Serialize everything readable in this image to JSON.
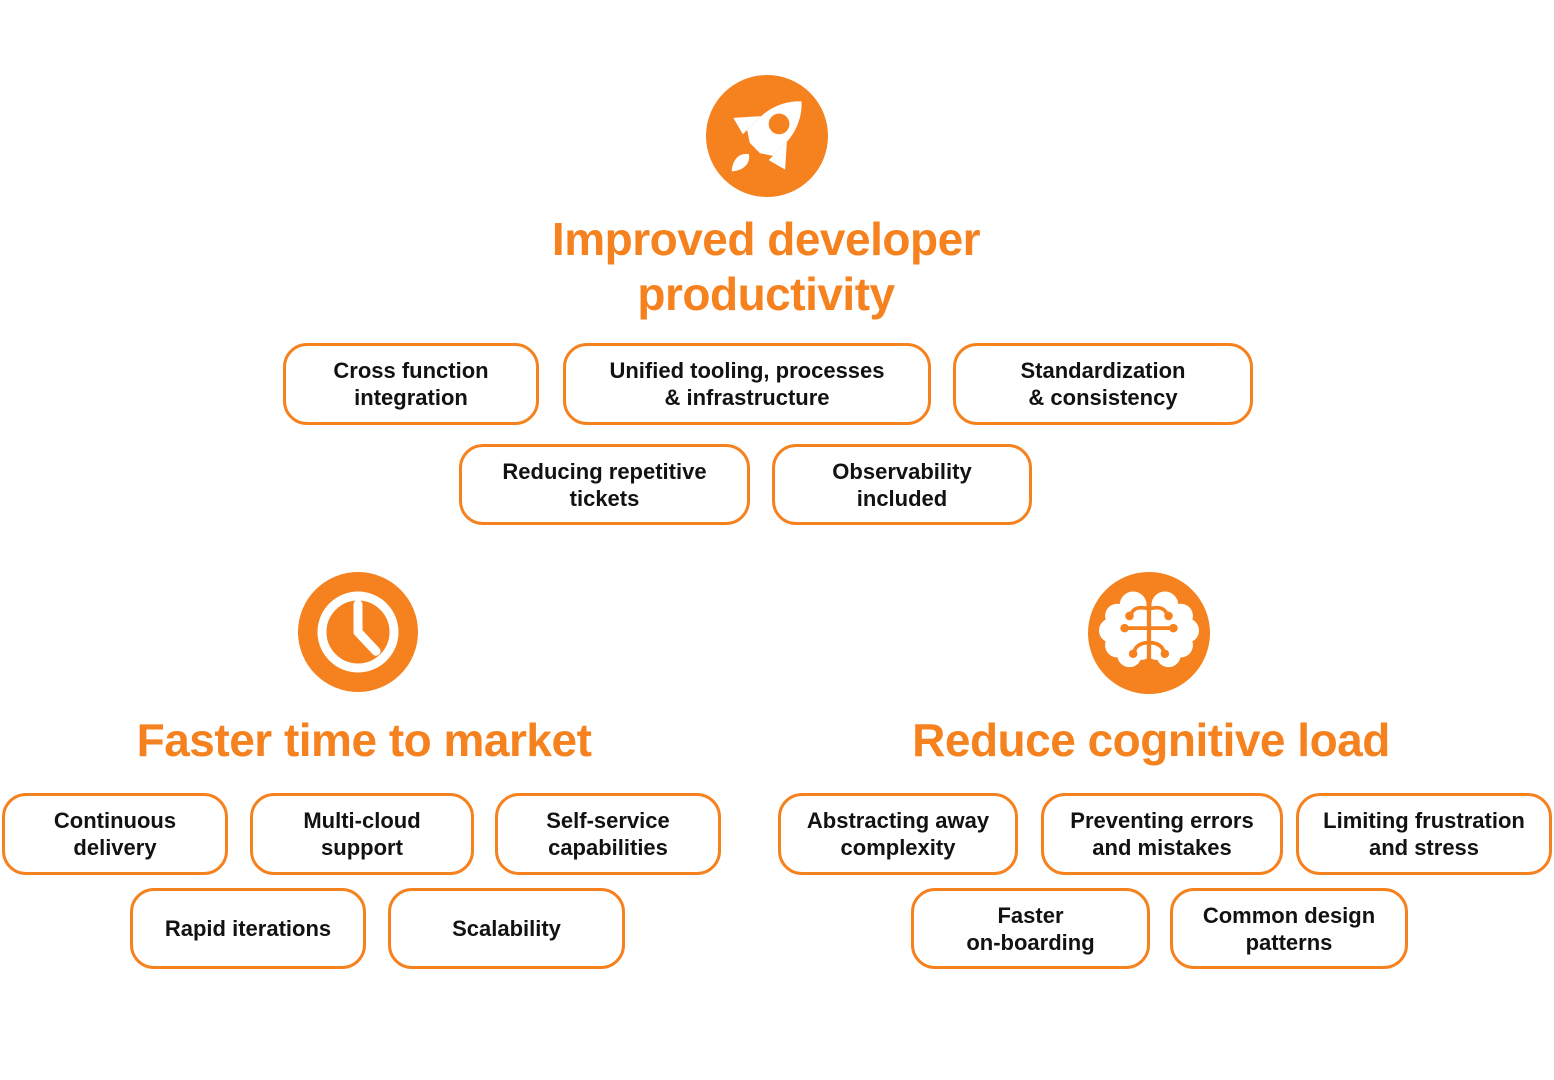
{
  "canvas": {
    "background": "#ffffff",
    "accent_color": "#f5821f",
    "pill_text_color": "#121212"
  },
  "groups": [
    {
      "id": "improved-developer-productivity",
      "icon": "rocket-icon",
      "title": "Improved developer\nproductivity",
      "pills": [
        {
          "label": "Cross function\nintegration"
        },
        {
          "label": "Unified tooling, processes\n& infrastructure"
        },
        {
          "label": "Standardization\n& consistency"
        },
        {
          "label": "Reducing repetitive\ntickets"
        },
        {
          "label": "Observability\nincluded"
        }
      ]
    },
    {
      "id": "faster-time-to-market",
      "icon": "clock-icon",
      "title": "Faster time to market",
      "pills": [
        {
          "label": "Continuous\ndelivery"
        },
        {
          "label": "Multi-cloud\nsupport"
        },
        {
          "label": "Self-service\ncapabilities"
        },
        {
          "label": "Rapid iterations"
        },
        {
          "label": "Scalability"
        }
      ]
    },
    {
      "id": "reduce-cognitive-load",
      "icon": "brain-icon",
      "title": "Reduce cognitive load",
      "pills": [
        {
          "label": "Abstracting away\ncomplexity"
        },
        {
          "label": "Preventing errors\nand mistakes"
        },
        {
          "label": "Limiting frustration\nand stress"
        },
        {
          "label": "Faster\non-boarding"
        },
        {
          "label": "Common design\npatterns"
        }
      ]
    }
  ]
}
